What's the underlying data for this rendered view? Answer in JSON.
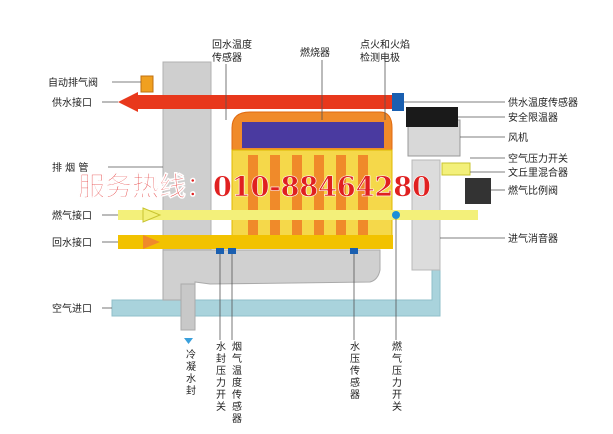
{
  "labels": {
    "auto_exhaust_valve": "自动排气阀",
    "water_supply_port": "供水接口",
    "flue": "排 烟 管",
    "gas_port": "燃气接口",
    "return_water_port": "回水接口",
    "air_inlet": "空气进口",
    "return_temp_sensor": [
      "回水温度",
      "传感器"
    ],
    "burner": "燃烧器",
    "ignition_flame_electrode": [
      "点火和火焰",
      "检测电极"
    ],
    "supply_temp_sensor": "供水温度传感器",
    "safety_thermostat": "安全限温器",
    "fan": "风机",
    "air_pressure_switch": "空气压力开关",
    "venturi_mixer": "文丘里混合器",
    "gas_ratio_valve": "燃气比例阀",
    "intake_silencer": "进气消音器",
    "condensate": "冷凝水封",
    "water_seal_pressure_switch": "水封压力开关",
    "flue_temp_sensor": "烟气温度传感器",
    "water_pressure_sensor": "水压传感器",
    "gas_pressure_switch": "燃气压力开关"
  },
  "hotline": "服务热线：010-88464280",
  "colors": {
    "hot_water": "#e8381c",
    "return_water": "#f2c200",
    "gas": "#f3f07a",
    "air": "#a9d3dc",
    "flue": "#c8c8c8",
    "body": "#d0d0d0",
    "hotline": "#e02020"
  }
}
